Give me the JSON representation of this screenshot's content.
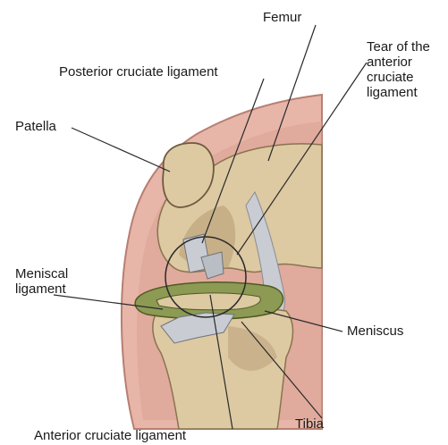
{
  "labels": {
    "femur": "Femur",
    "tear": "Tear of the\nanterior\ncruciate\nligament",
    "pcl": "Posterior cruciate ligament",
    "patella": "Patella",
    "meniscal_ligament": "Meniscal\nligament",
    "meniscus": "Meniscus",
    "tibia": "Tibia",
    "acl": "Anterior cruciate ligament"
  },
  "colors": {
    "skin": "#e7b6a8",
    "skin_edge": "#b77f72",
    "bone": "#ddc9a2",
    "bone_shadow": "#b49a72",
    "meniscus": "#8c9a54",
    "ligament": "#c9ccd2",
    "line": "#2a2a2a"
  }
}
